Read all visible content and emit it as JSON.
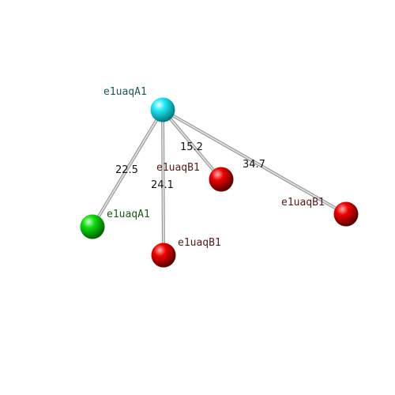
{
  "nodes": [
    {
      "id": "n0",
      "label": "e1uaqA1",
      "color": "#00e5f0",
      "label_color": "#1a5a5a"
    },
    {
      "id": "n1",
      "label": "e1uaqA1",
      "color": "#00cc00",
      "label_color": "#1a5a1a"
    },
    {
      "id": "n2",
      "label": "e1uaqB1",
      "color": "#e00000",
      "label_color": "#5a1a1a"
    },
    {
      "id": "n3",
      "label": "e1uaqB1",
      "color": "#e00000",
      "label_color": "#5a1a1a"
    },
    {
      "id": "n4",
      "label": "e1uaqB1",
      "color": "#e00000",
      "label_color": "#5a1a1a"
    }
  ],
  "edges": [
    {
      "from": "n0",
      "to": "n1",
      "label": "22.5"
    },
    {
      "from": "n0",
      "to": "n2",
      "label": "24.1"
    },
    {
      "from": "n0",
      "to": "n3",
      "label": "15.2"
    },
    {
      "from": "n0",
      "to": "n4",
      "label": "34.7"
    }
  ]
}
